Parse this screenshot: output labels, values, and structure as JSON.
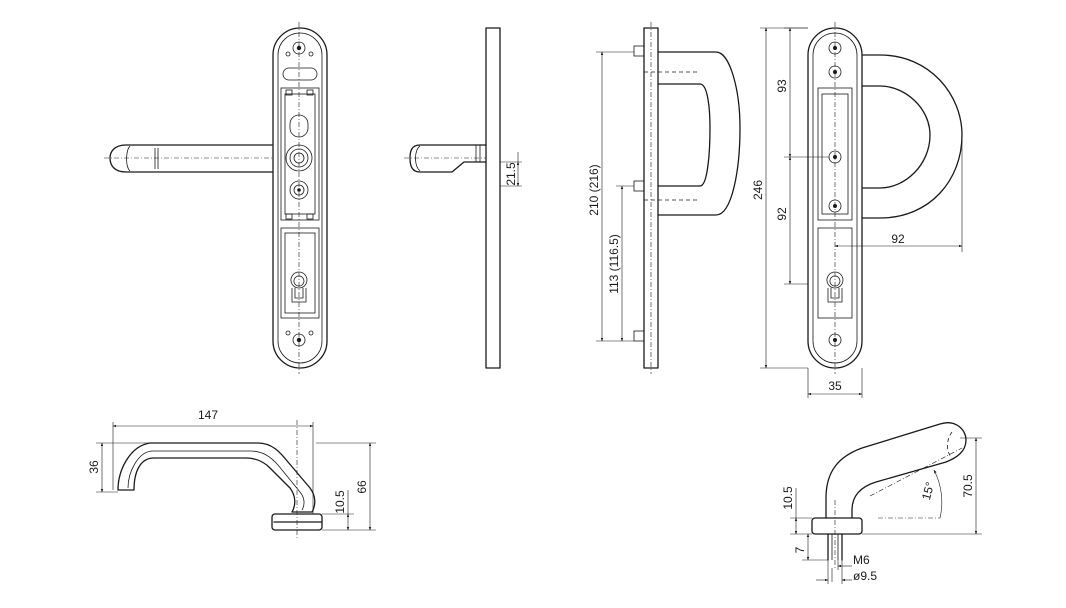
{
  "dimensions": {
    "d_147": "147",
    "d_36": "36",
    "d_66": "66",
    "d_10_5_a": "10.5",
    "d_21_5": "21.5",
    "d_210": "210 (216)",
    "d_113": "113 (116.5)",
    "d_246": "246",
    "d_93": "93",
    "d_92_v": "92",
    "d_92_h": "92",
    "d_35": "35",
    "d_10_5_b": "10.5",
    "d_7": "7",
    "d_m6": "M6",
    "d_9_5": "ø9.5",
    "d_70_5": "70.5",
    "d_15deg": "15°"
  }
}
